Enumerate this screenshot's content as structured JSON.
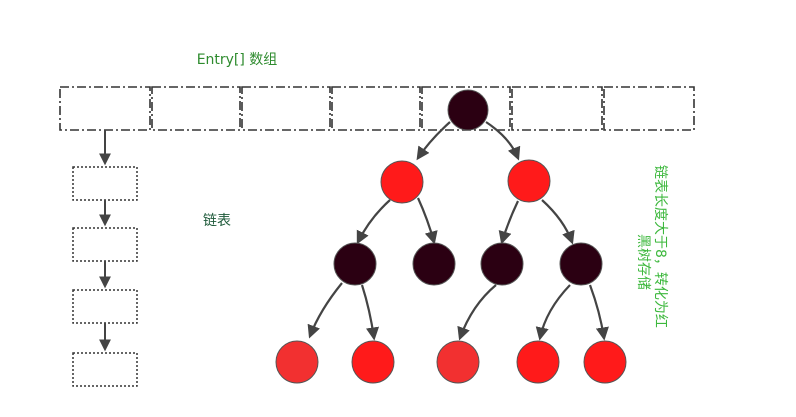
{
  "array": {
    "title": "Entry[] 数组",
    "cell_count": 7
  },
  "linked_list": {
    "label": "链表",
    "node_count": 4
  },
  "tree": {
    "note_lines": [
      "链表长度大于8，转化为红",
      "黑树存储"
    ],
    "levels": [
      [
        "black"
      ],
      [
        "red",
        "red"
      ],
      [
        "black",
        "black",
        "black",
        "black"
      ],
      [
        "red",
        "red",
        "red",
        "red",
        "red"
      ]
    ]
  },
  "colors": {
    "title_text": "#2e8b2e",
    "label_text": "#1e5a3a",
    "note_text": "#3db83d",
    "black_node": "#2b0012",
    "red_node": "#ff1a1a",
    "light_red_node": "#f23030",
    "stroke": "#444444",
    "dash": "#333333"
  }
}
